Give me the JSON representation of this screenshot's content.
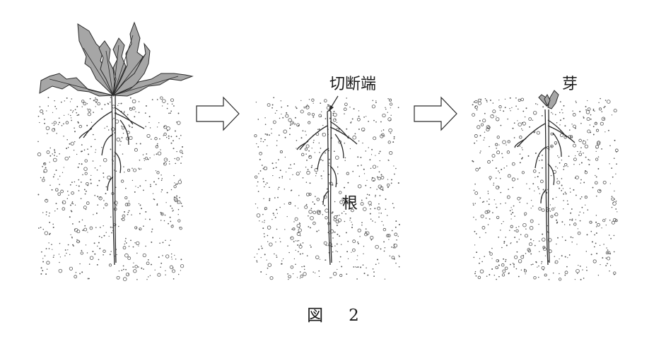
{
  "labels": {
    "cut_end": "切断端",
    "root": "根",
    "bud": "芽"
  },
  "caption": {
    "zu": "図",
    "number": "2"
  },
  "colors": {
    "leaf_fill": "#a6a6a6",
    "stroke": "#2a2a2a",
    "soil_dot": "#555555",
    "background": "#ffffff"
  },
  "icons": {
    "arrow": "right-block-arrow-icon"
  }
}
